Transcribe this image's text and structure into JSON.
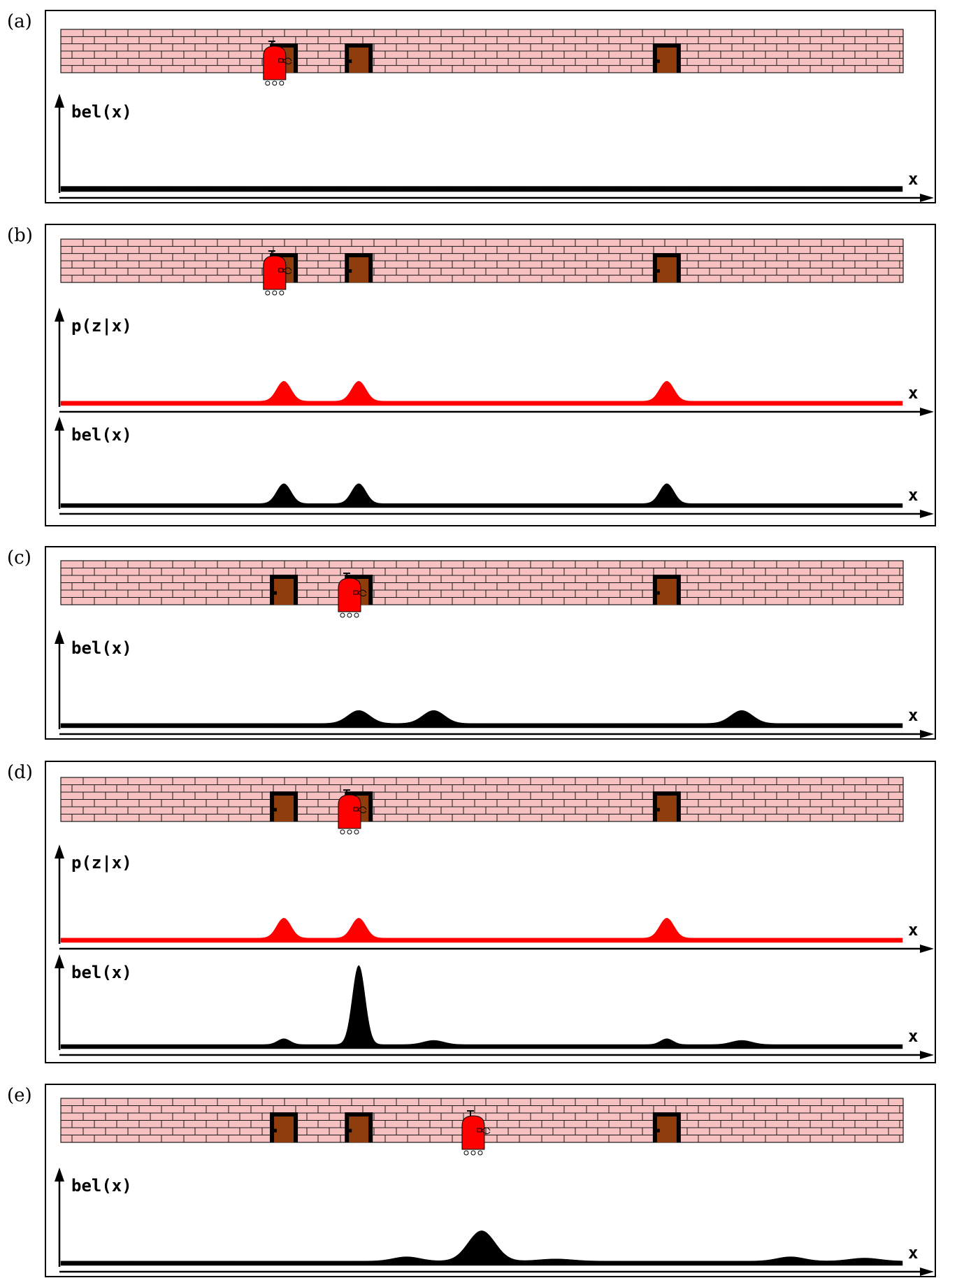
{
  "colors": {
    "brick": "#f7c1c1",
    "mortar": "#1a1a1a",
    "door": "#8f3d0c",
    "door_frame": "#000000",
    "robot": "#ff0000",
    "measurement_curve": "#ff0000",
    "belief_curve": "#000000"
  },
  "x_axis_label": "x",
  "chart_data": {
    "type": "area",
    "x_range": [
      0,
      1
    ],
    "door_positions": [
      0.265,
      0.354,
      0.72
    ],
    "panels": [
      {
        "label": "(a)",
        "robot_position": 0.254,
        "plots": [
          {
            "ylabel": "bel(x)",
            "kind": "belief",
            "baseline": 0.06,
            "bumps": []
          }
        ]
      },
      {
        "label": "(b)",
        "robot_position": 0.254,
        "plots": [
          {
            "ylabel": "p(z|x)",
            "kind": "measurement",
            "baseline": 0.05,
            "bumps": [
              {
                "x": 0.265,
                "h": 0.23,
                "w": 0.0085
              },
              {
                "x": 0.354,
                "h": 0.23,
                "w": 0.0085
              },
              {
                "x": 0.72,
                "h": 0.23,
                "w": 0.0085
              }
            ]
          },
          {
            "ylabel": "bel(x)",
            "kind": "belief",
            "baseline": 0.05,
            "bumps": [
              {
                "x": 0.265,
                "h": 0.25,
                "w": 0.0085
              },
              {
                "x": 0.354,
                "h": 0.25,
                "w": 0.0085
              },
              {
                "x": 0.72,
                "h": 0.25,
                "w": 0.0085
              }
            ]
          }
        ]
      },
      {
        "label": "(c)",
        "robot_position": 0.343,
        "plots": [
          {
            "ylabel": "bel(x)",
            "kind": "belief",
            "baseline": 0.05,
            "bumps": [
              {
                "x": 0.354,
                "h": 0.15,
                "w": 0.013
              },
              {
                "x": 0.443,
                "h": 0.15,
                "w": 0.013
              },
              {
                "x": 0.809,
                "h": 0.15,
                "w": 0.013
              }
            ]
          }
        ]
      },
      {
        "label": "(d)",
        "robot_position": 0.343,
        "plots": [
          {
            "ylabel": "p(z|x)",
            "kind": "measurement",
            "baseline": 0.05,
            "bumps": [
              {
                "x": 0.265,
                "h": 0.23,
                "w": 0.0085
              },
              {
                "x": 0.354,
                "h": 0.23,
                "w": 0.0085
              },
              {
                "x": 0.72,
                "h": 0.23,
                "w": 0.0085
              }
            ]
          },
          {
            "ylabel": "bel(x)",
            "kind": "belief",
            "baseline": 0.05,
            "bumps": [
              {
                "x": 0.265,
                "h": 0.07,
                "w": 0.0075
              },
              {
                "x": 0.354,
                "h": 0.95,
                "w": 0.0075
              },
              {
                "x": 0.443,
                "h": 0.05,
                "w": 0.012
              },
              {
                "x": 0.72,
                "h": 0.07,
                "w": 0.0075
              },
              {
                "x": 0.809,
                "h": 0.05,
                "w": 0.012
              }
            ]
          }
        ]
      },
      {
        "label": "(e)",
        "robot_position": 0.49,
        "plots": [
          {
            "ylabel": "bel(x)",
            "kind": "belief",
            "baseline": 0.05,
            "bumps": [
              {
                "x": 0.411,
                "h": 0.05,
                "w": 0.016
              },
              {
                "x": 0.5,
                "h": 0.35,
                "w": 0.016
              },
              {
                "x": 0.588,
                "h": 0.025,
                "w": 0.02
              },
              {
                "x": 0.867,
                "h": 0.05,
                "w": 0.016
              },
              {
                "x": 0.955,
                "h": 0.035,
                "w": 0.018
              }
            ]
          }
        ]
      }
    ]
  }
}
